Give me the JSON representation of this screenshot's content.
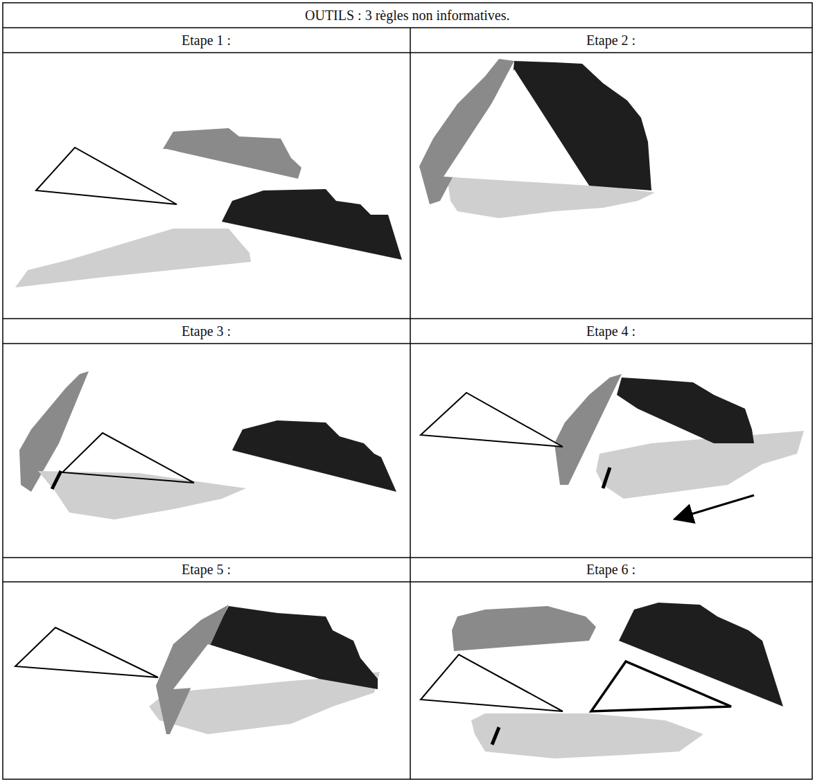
{
  "diagram": {
    "labels": [
      "OUTILS : 3 règles non informatives.",
      "Etape 1 :",
      "Etape 2 :",
      "Etape 3 :",
      "Etape 4 :",
      "Etape 5 :",
      "Etape 6 :"
    ]
  }
}
